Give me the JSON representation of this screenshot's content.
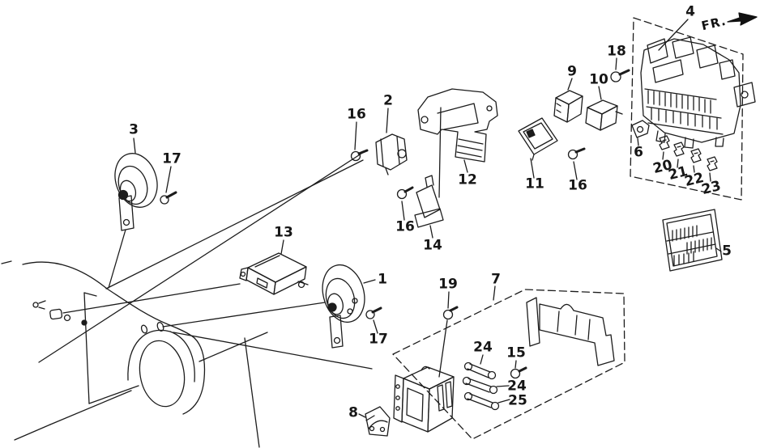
{
  "figure": {
    "type": "exploded-parts-diagram",
    "fr_label": "FR.",
    "colors": {
      "line": "#1c1c1c",
      "background": "#ffffff"
    },
    "callouts": [
      {
        "text": "3"
      },
      {
        "text": "17"
      },
      {
        "text": "16"
      },
      {
        "text": "2"
      },
      {
        "text": "12"
      },
      {
        "text": "16"
      },
      {
        "text": "14"
      },
      {
        "text": "13"
      },
      {
        "text": "1"
      },
      {
        "text": "17"
      },
      {
        "text": "9"
      },
      {
        "text": "10"
      },
      {
        "text": "18"
      },
      {
        "text": "11"
      },
      {
        "text": "16"
      },
      {
        "text": "4"
      },
      {
        "text": "6"
      },
      {
        "text": "20"
      },
      {
        "text": "21"
      },
      {
        "text": "22"
      },
      {
        "text": "23"
      },
      {
        "text": "5"
      },
      {
        "text": "7"
      },
      {
        "text": "19"
      },
      {
        "text": "24"
      },
      {
        "text": "15"
      },
      {
        "text": "24"
      },
      {
        "text": "25"
      },
      {
        "text": "8"
      }
    ]
  }
}
